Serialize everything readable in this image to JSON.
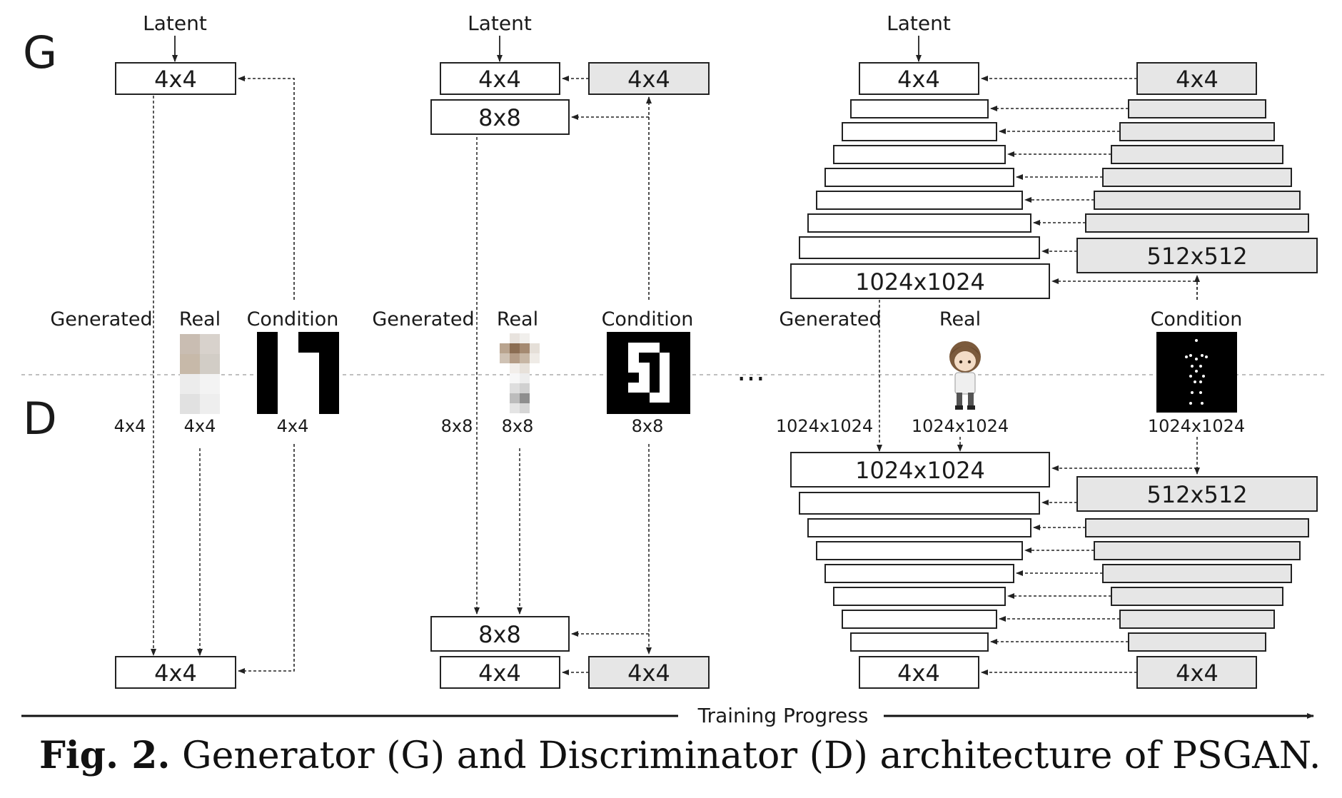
{
  "section_g": "G",
  "section_d": "D",
  "latent": "Latent",
  "generated": "Generated",
  "real": "Real",
  "condition": "Condition",
  "ellipsis": "…",
  "training_progress": "Training Progress",
  "stage1": {
    "gen_top": "4x4",
    "dis_bottom": "4x4",
    "res_generated": "4x4",
    "res_real": "4x4",
    "res_condition": "4x4"
  },
  "stage2": {
    "gen_top": "4x4",
    "gen_mid": "8x8",
    "cond_top": "4x4",
    "dis_mid": "8x8",
    "dis_bottom": "4x4",
    "cond_bottom": "4x4",
    "res_generated": "8x8",
    "res_real": "8x8",
    "res_condition": "8x8"
  },
  "stage3": {
    "gen_top": "4x4",
    "gen_bottom": "1024x1024",
    "cond_top": "4x4",
    "cond_big": "512x512",
    "dis_top": "1024x1024",
    "dis_cond_top": "512x512",
    "dis_bottom": "4x4",
    "dis_cond_bottom": "4x4",
    "res_generated": "1024x1024",
    "res_real": "1024x1024",
    "res_condition": "1024x1024"
  },
  "caption": {
    "prefix": "Fig. 2.",
    "text": " Generator (G) and Discriminator (D) architecture of PSGAN."
  },
  "colors": {
    "box_fill_white": "#ffffff",
    "box_fill_gray": "#e6e6e6",
    "stroke": "#222222"
  }
}
